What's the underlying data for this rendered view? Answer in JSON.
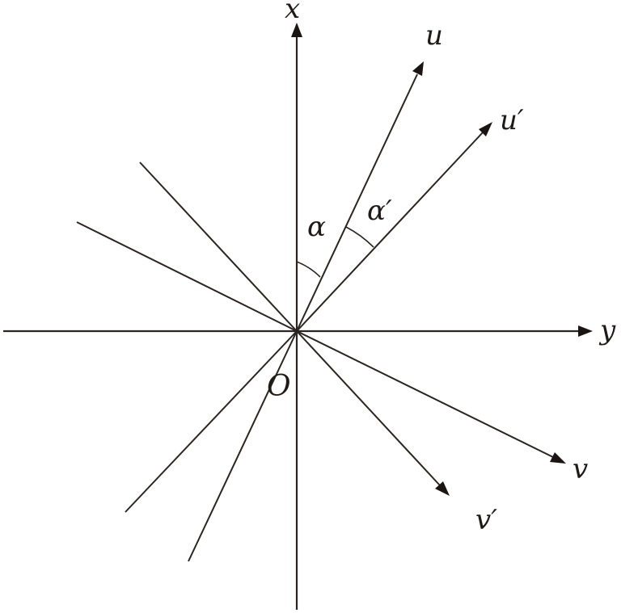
{
  "labels": {
    "axis_x": "x",
    "axis_y": "y",
    "origin": "O",
    "ray_u": "u",
    "ray_u_prime": "u′",
    "ray_v": "v",
    "ray_v_prime": "v′",
    "angle_alpha": "α",
    "angle_alpha_prime": "α′"
  },
  "colors": {
    "line": "#2b2421",
    "text": "#1f1a17",
    "background": "#ffffff"
  }
}
